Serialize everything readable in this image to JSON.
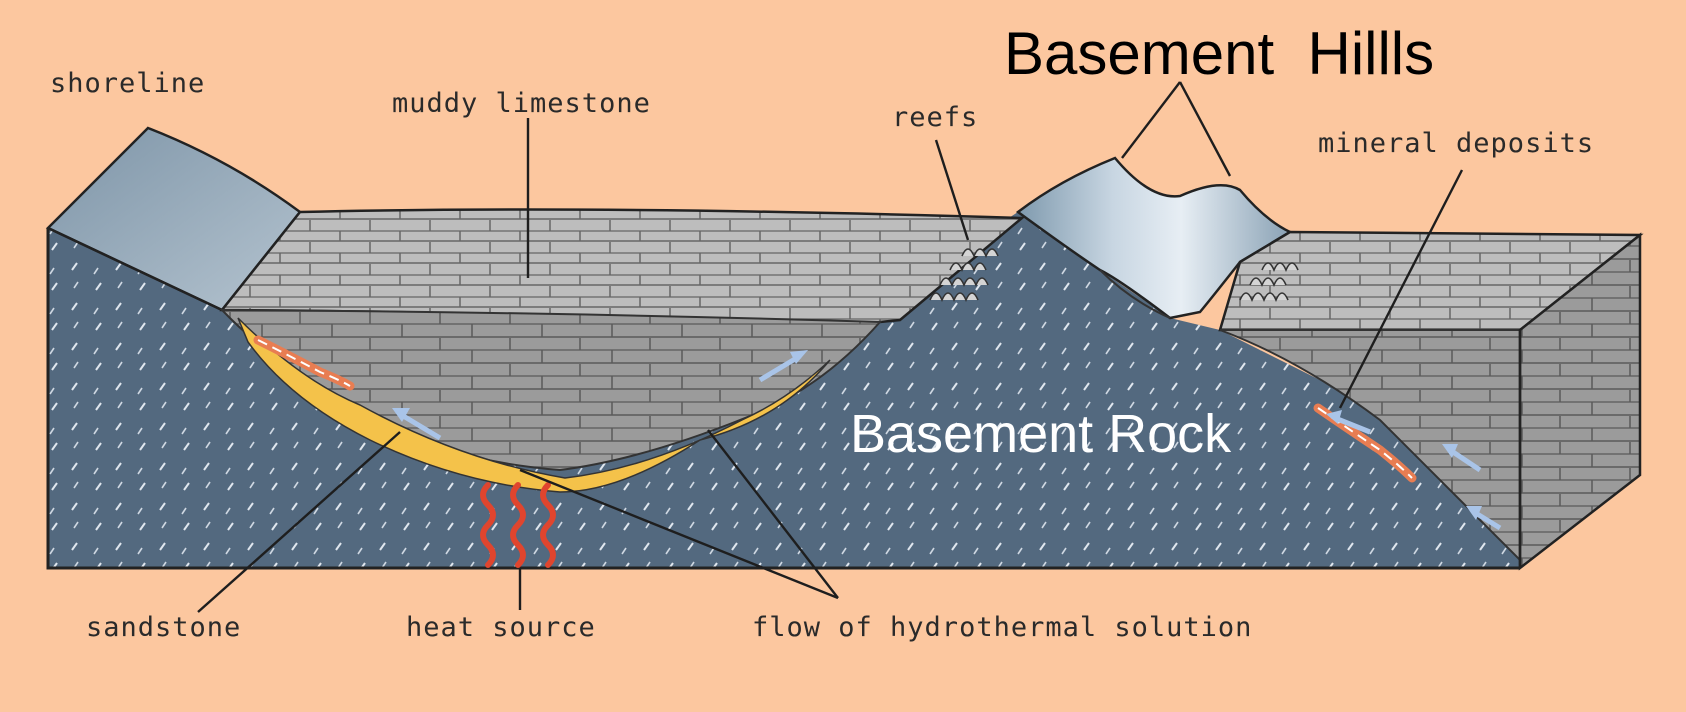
{
  "colors": {
    "background": "#fcc79f",
    "basement_rock": "#53697f",
    "limestone": "#bcbcbc",
    "shaded_limestone": "#9a9a9a",
    "sandstone": "#f4c24a",
    "heat": "#e0452e",
    "hydrothermal_arrow": "#a9c4e8",
    "mineral_deposit": "#e87d52"
  },
  "labels": {
    "shoreline": "shoreline",
    "muddy_limestone": "muddy limestone",
    "reefs": "reefs",
    "basement_hills": "Basement  Hillls",
    "mineral_deposits": "mineral deposits",
    "basement_rock": "Basement Rock",
    "sandstone": "sandstone",
    "heat_source": "heat source",
    "hydrothermal_flow": "flow of hydrothermal solution"
  },
  "icons": [
    "heat-wave-icon",
    "flow-arrow-icon",
    "reef-icon"
  ]
}
